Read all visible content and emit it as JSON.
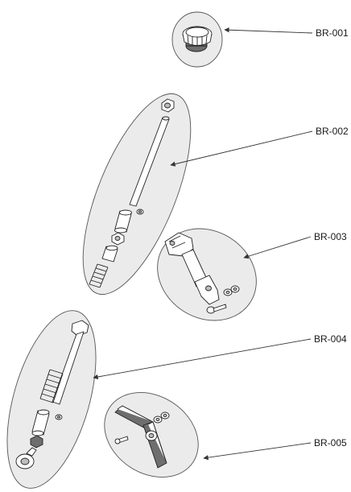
{
  "parts": [
    {
      "id": "br-001",
      "label": "BR-001"
    },
    {
      "id": "br-002",
      "label": "BR-002"
    },
    {
      "id": "br-003",
      "label": "BR-003"
    },
    {
      "id": "br-004",
      "label": "BR-004"
    },
    {
      "id": "br-005",
      "label": "BR-005"
    }
  ],
  "colors": {
    "bubble_fill": "#ebebeb",
    "outline": "#222222"
  }
}
